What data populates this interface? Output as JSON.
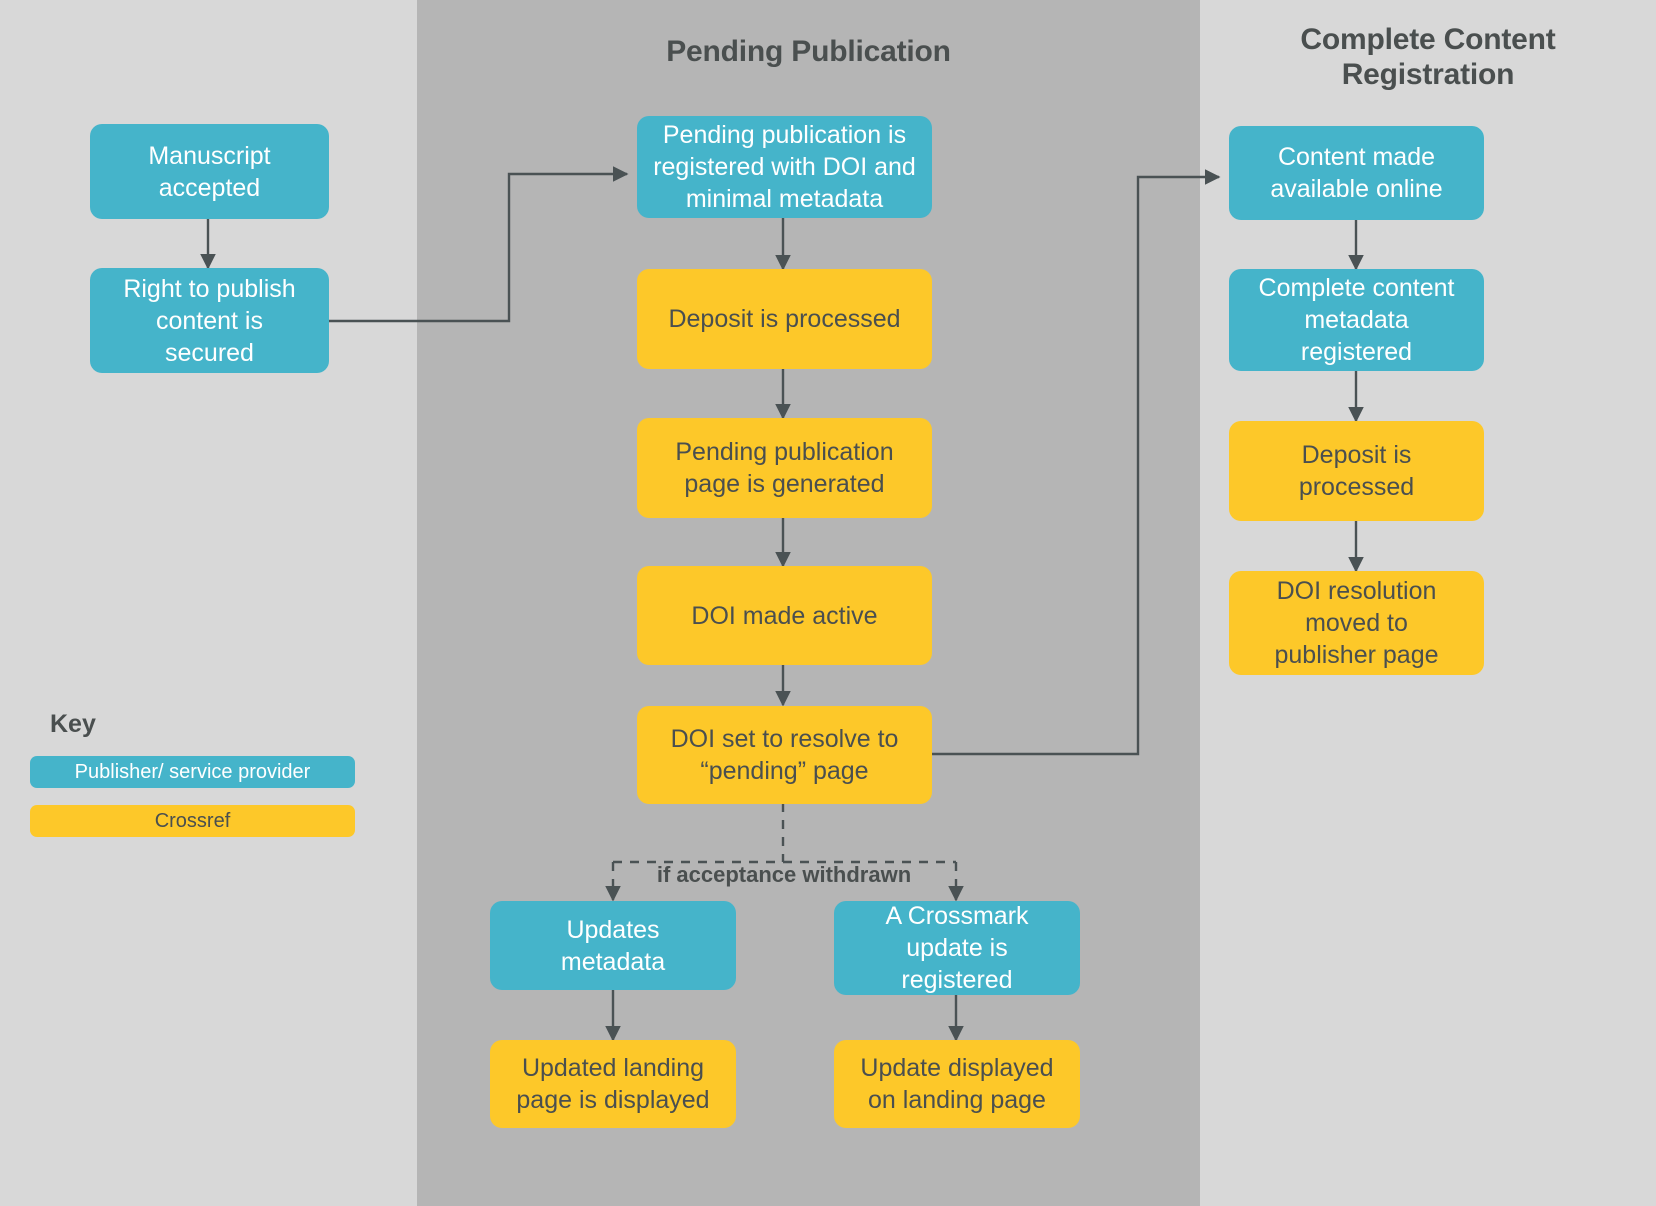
{
  "diagram": {
    "type": "flowchart",
    "title_mid": "Pending Publication",
    "title_right": "Complete Content\nRegistration",
    "branch_label": "if acceptance withdrawn",
    "colors": {
      "publisher": "#45b4ca",
      "crossref": "#fdc829",
      "band_left": "#d8d8d8",
      "band_mid": "#b5b5b5",
      "band_right": "#d8d8d8",
      "text_dark": "#4a4f4f",
      "connector": "#4a5254"
    }
  },
  "key": {
    "heading": "Key",
    "items": [
      {
        "label": "Publisher/ service provider",
        "kind": "publisher"
      },
      {
        "label": "Crossref",
        "kind": "crossref"
      }
    ]
  },
  "nodes": {
    "manuscript_accepted": "Manuscript\naccepted",
    "right_to_publish": "Right to publish\ncontent is\nsecured",
    "pending_registered": "Pending publication is\nregistered with DOI and\nminimal metadata",
    "deposit_processed_mid": "Deposit is processed",
    "pending_page_generated": "Pending publication\npage is generated",
    "doi_made_active": "DOI made active",
    "doi_resolve_pending": "DOI set to resolve to\n“pending” page",
    "updates_metadata": "Updates\nmetadata",
    "updated_landing_page": "Updated landing\npage is displayed",
    "crossmark_update": "A Crossmark\nupdate is\nregistered",
    "update_displayed": "Update displayed\non landing page",
    "content_available": "Content made\navailable online",
    "complete_metadata": "Complete content\nmetadata\nregistered",
    "deposit_processed_right": "Deposit is\nprocessed",
    "doi_moved": "DOI resolution\nmoved to\npublisher page"
  }
}
